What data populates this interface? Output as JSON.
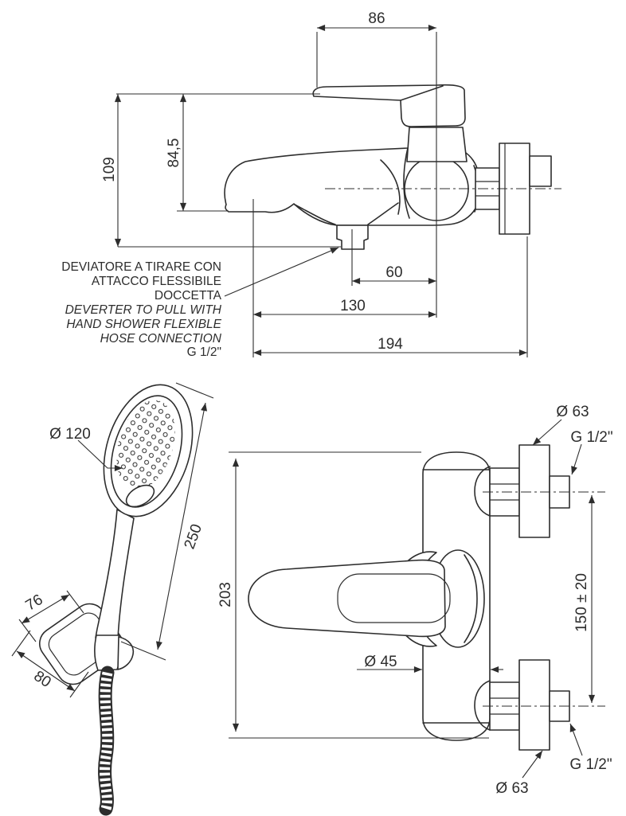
{
  "document": {
    "background": "#ffffff",
    "line_color": "#2d2d2d"
  },
  "side_view": {
    "dimensions": {
      "handle_width": "86",
      "total_height": "109",
      "spout_height": "84,5",
      "diverter_offset": "60",
      "spout_reach": "130",
      "total_depth": "194"
    },
    "note": {
      "line1": "DEVIATORE A TIRARE CON",
      "line2": "ATTACCO FLESSIBILE",
      "line3": "DOCCETTA",
      "line4": "DEVERTER TO PULL WITH",
      "line5": "HAND SHOWER FLEXIBLE",
      "line6": "HOSE CONNECTION",
      "line7": "G 1/2\""
    }
  },
  "hand_shower": {
    "dimensions": {
      "head_diameter": "Ø 120",
      "length": "250",
      "bracket_width": "76",
      "bracket_depth": "80"
    }
  },
  "front_view": {
    "dimensions": {
      "flange_diameter_top": "Ø 63",
      "thread_top": "G 1/2\"",
      "body_height": "203",
      "centers_distance": "150 ± 20",
      "body_diameter": "Ø 45",
      "thread_bottom": "G 1/2\"",
      "flange_diameter_bottom": "Ø 63"
    }
  }
}
